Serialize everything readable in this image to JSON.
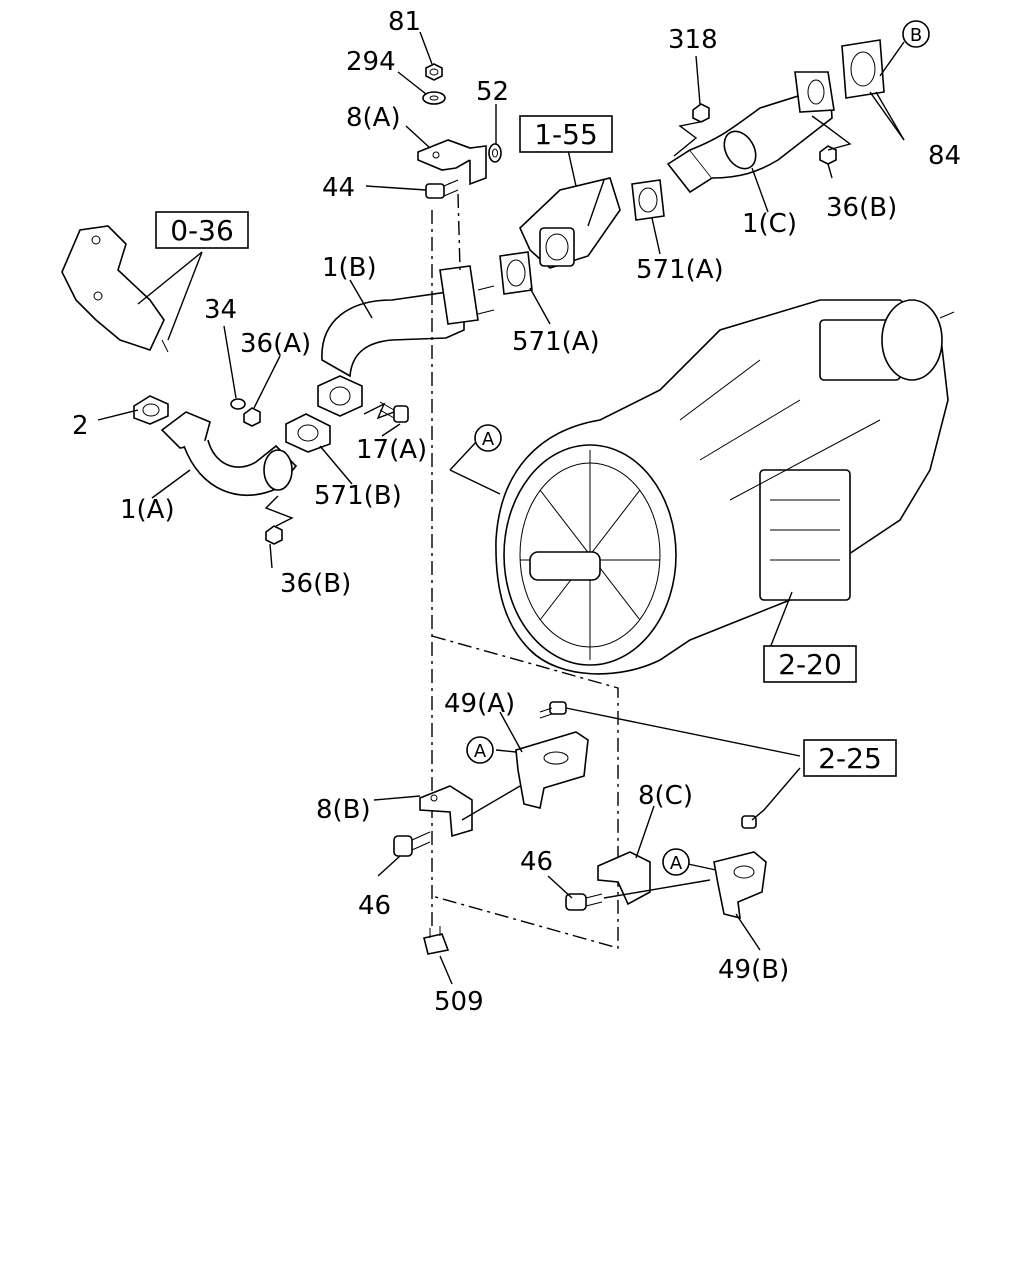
{
  "labels": {
    "l81": "81",
    "l294": "294",
    "l52": "52",
    "l8a": "8(A)",
    "l44": "44",
    "l318": "318",
    "l84": "84",
    "l1c": "1(C)",
    "l36b_top": "36(B)",
    "l571a_1": "571(A)",
    "l571a_2": "571(A)",
    "l1b": "1(B)",
    "l34": "34",
    "l36a": "36(A)",
    "l2": "2",
    "l17a": "17(A)",
    "l571b": "571(B)",
    "l1a": "1(A)",
    "l36b_low": "36(B)",
    "l49a": "49(A)",
    "l8b": "8(B)",
    "l46_left": "46",
    "l8c": "8(C)",
    "l46_mid": "46",
    "l49b": "49(B)",
    "l509": "509"
  },
  "ref_boxes": {
    "r0_36": "0-36",
    "r1_55": "1-55",
    "r2_20": "2-20",
    "r2_25": "2-25"
  },
  "circle_refs": {
    "cB": "B",
    "cA_main": "A",
    "cA_49a": "A",
    "cA_49b": "A"
  }
}
